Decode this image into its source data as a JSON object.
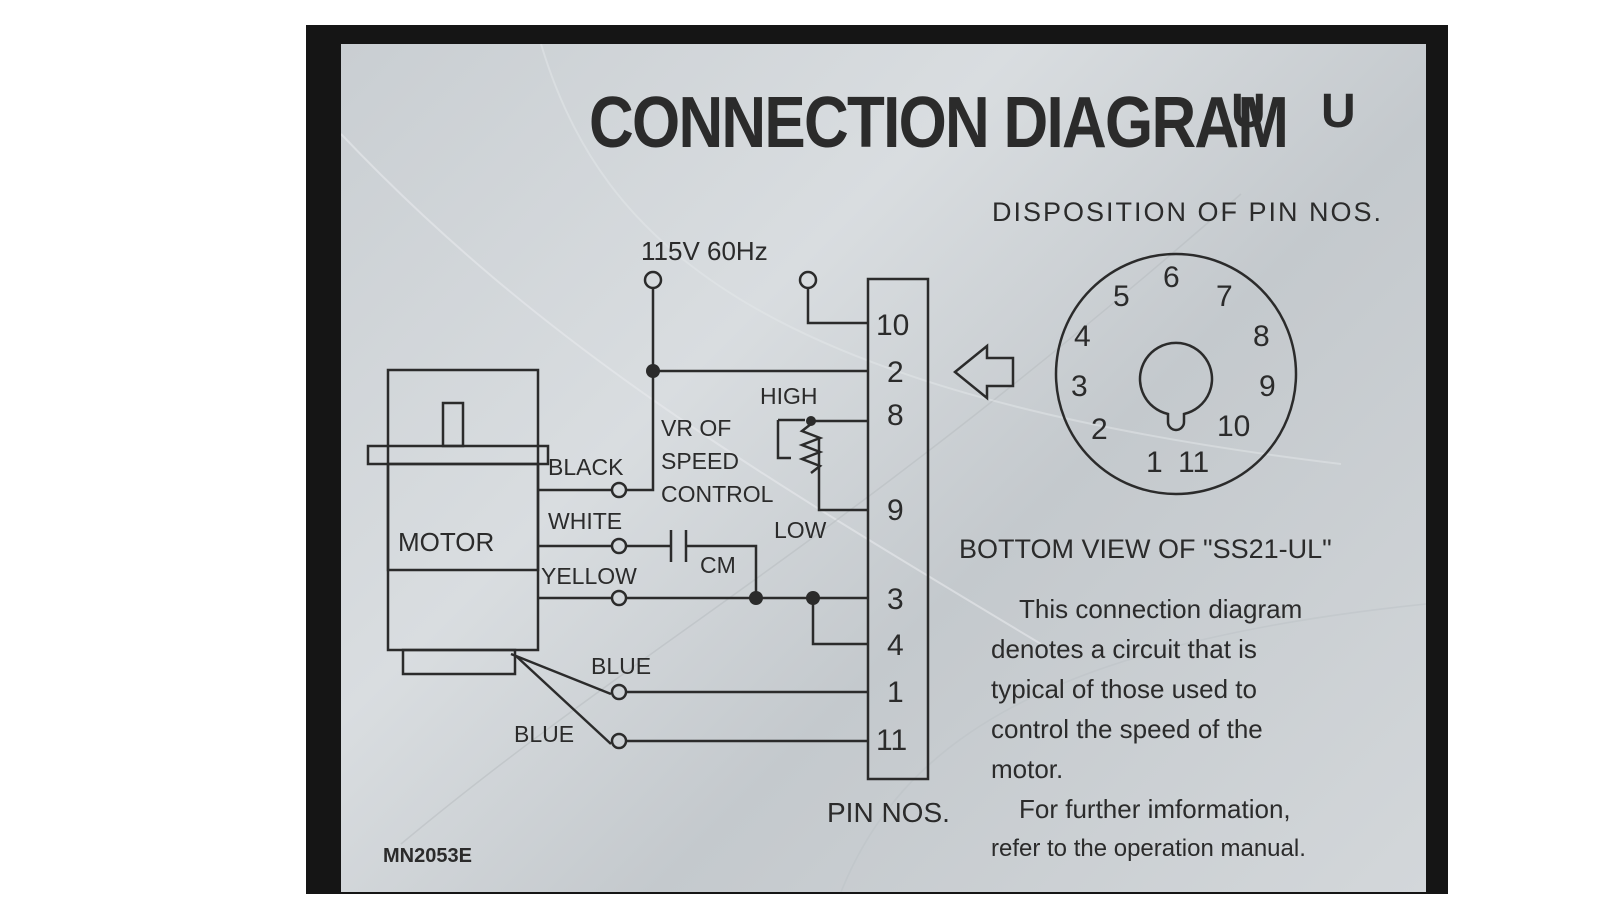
{
  "title": "CONNECTION DIAGRAM",
  "marks": [
    "U",
    "U"
  ],
  "supply_label": "115V 60Hz",
  "motor_label": "MOTOR",
  "wires": {
    "black": "BLACK",
    "white": "WHITE",
    "yellow": "YELLOW",
    "blue1": "BLUE",
    "blue2": "BLUE"
  },
  "vr": {
    "line1": "VR OF",
    "line2": "SPEED",
    "line3": "CONTROL",
    "high": "HIGH",
    "low": "LOW"
  },
  "capacitor_label": "CM",
  "pin_block": {
    "pins": [
      "10",
      "2",
      "8",
      "9",
      "3",
      "4",
      "1",
      "11"
    ],
    "caption": "PIN NOS."
  },
  "disposition_title": "DISPOSITION OF PIN NOS.",
  "socket_pins": [
    "1",
    "2",
    "3",
    "4",
    "5",
    "6",
    "7",
    "8",
    "9",
    "10",
    "11"
  ],
  "bottom_view": "BOTTOM VIEW OF \"SS21-UL\"",
  "description": [
    "This connection diagram",
    "denotes a circuit that is",
    "typical of those used to",
    "control the speed of the",
    "motor.",
    "For further imformation,",
    "refer to the operation manual."
  ],
  "footer_code": "MN2053E",
  "colors": {
    "frame": "#151515",
    "plate": "#cfd3d6",
    "ink": "#2b2b2b"
  }
}
